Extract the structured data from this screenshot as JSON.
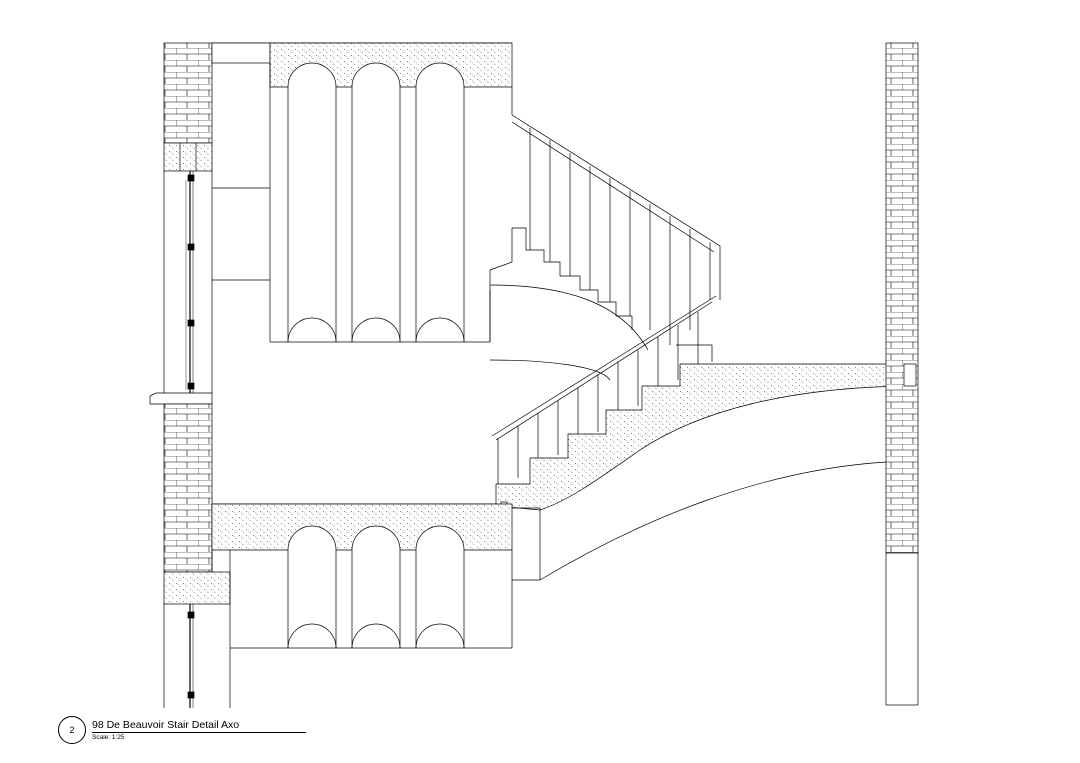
{
  "title_block": {
    "drawing_number": "2",
    "title": "98 De Beauvoir Stair Detail Axo",
    "scale": "Scale: 1:25"
  },
  "colors": {
    "line": "#000000",
    "background": "#ffffff",
    "fill_hatch_dots": "#444444"
  }
}
